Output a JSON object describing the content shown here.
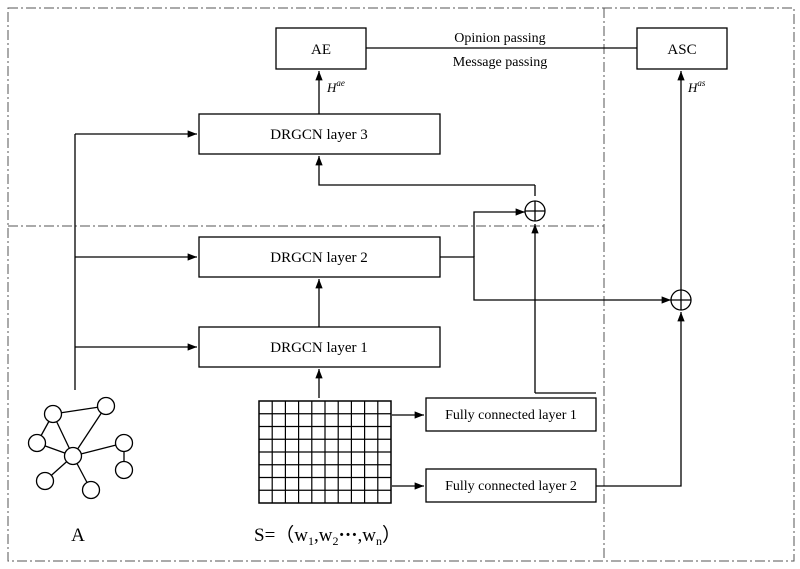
{
  "blocks": {
    "ae": "AE",
    "asc": "ASC",
    "drgcn_1": "DRGCN layer 1",
    "drgcn_2": "DRGCN layer 2",
    "drgcn_3": "DRGCN layer 3",
    "fc_1": "Fully connected layer 1",
    "fc_2": "Fully connected layer 2"
  },
  "edges": {
    "opinion_passing": "Opinion passing",
    "message_passing": "Message passing",
    "h_ae": {
      "base": "H",
      "sup": "ae"
    },
    "h_as": {
      "base": "H",
      "sup": "as"
    }
  },
  "inputs": {
    "adjacency": "A",
    "sentence": {
      "prefix": "S=（",
      "w1": "w",
      "sub1": "1",
      "sep1": ",w",
      "sub2": "2",
      "dots": "···",
      "sep2": ",w",
      "subn": "n",
      "suffix": "）"
    }
  }
}
